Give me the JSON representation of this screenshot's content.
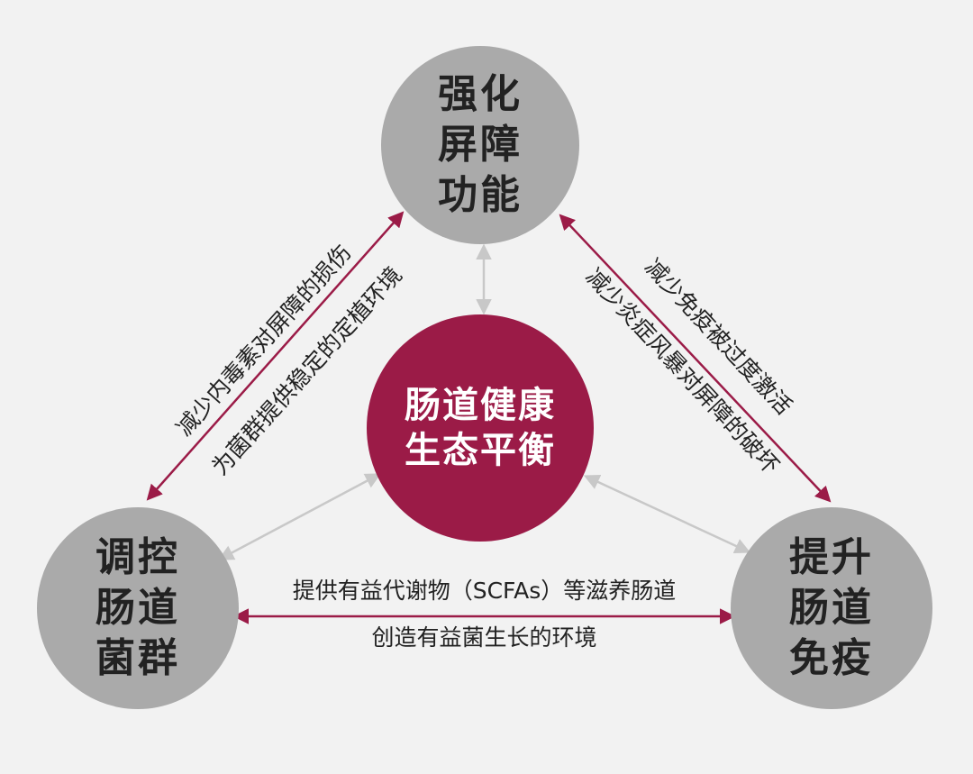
{
  "nodes": {
    "top": {
      "lines": [
        "强化",
        "屏障",
        "功能"
      ]
    },
    "left": {
      "lines": [
        "调控",
        "肠道",
        "菌群"
      ]
    },
    "right": {
      "lines": [
        "提升",
        "肠道",
        "免疫"
      ]
    },
    "center": {
      "lines": [
        "肠道健康",
        "生态平衡"
      ]
    }
  },
  "edges": {
    "left_top": {
      "outer": "减少内毒素对屏障的损伤",
      "inner": "为菌群提供稳定的定植环境"
    },
    "top_right": {
      "outer": "减少免疫被过度激活",
      "inner": "减少炎症风暴对屏障的破坏"
    },
    "left_right": {
      "upper": "提供有益代谢物（SCFAs）等滋养肠道",
      "lower": "创造有益菌生长的环境"
    }
  },
  "colors": {
    "outer_arrow": "#9b1b47",
    "inner_arrow": "#cccccc",
    "grey_node": "#aaaaaa",
    "center_node": "#9b1b47",
    "background": "#f2f2f2"
  }
}
